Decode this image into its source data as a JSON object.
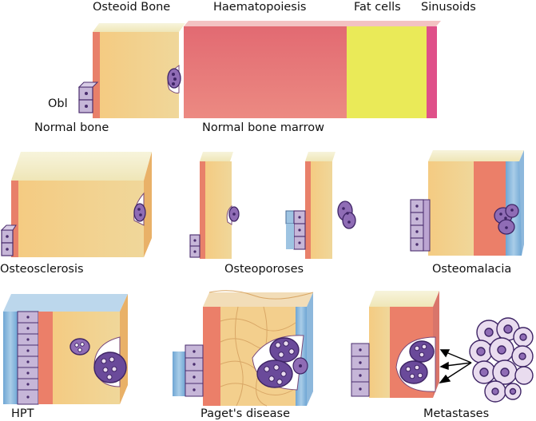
{
  "top_labels": {
    "osteoid_bone": "Osteoid Bone",
    "haematopoiesis": "Haematopoiesis",
    "fat_cells": "Fat cells",
    "sinusoids": "Sinusoids",
    "obl": "Obl"
  },
  "panels": {
    "normal_bone": "Normal bone",
    "normal_marrow": "Normal bone marrow",
    "osteosclerosis": "Osteosclerosis",
    "osteoporoses": "Osteoporoses",
    "osteomalacia": "Osteomalacia",
    "hpt": "HPT",
    "pagets": "Paget's disease",
    "metastases": "Metastases"
  },
  "colors": {
    "bone_top": "#f4f0cf",
    "bone_front": "#f2c880",
    "bone_side": "#e9a24c",
    "osteoid": "#e86e5a",
    "marrow": "#e8707a",
    "fat": "#e8e83a",
    "sinusoid": "#e0508a",
    "osteoblast_fill": "#b9a8cf",
    "osteoblast_line": "#4a2d6e",
    "fibrosis": "#7fb2d8",
    "osteoclast": "#6a4a9a",
    "tumor_cell": "#e9dcef"
  }
}
